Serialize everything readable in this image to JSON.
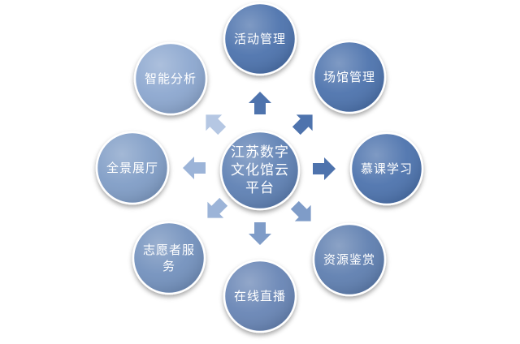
{
  "diagram": {
    "center": {
      "label": "江苏数字\n文化馆云\n平台",
      "color": "#5f81b4"
    },
    "nodes": [
      {
        "id": "activity",
        "label": "活动管理",
        "color": "#4e73ad",
        "arrow": "#4e73ad"
      },
      {
        "id": "venue",
        "label": "场馆管理",
        "color": "#4e73ad",
        "arrow": "#4e73ad"
      },
      {
        "id": "mooc",
        "label": "慕课学习",
        "color": "#4e73ad",
        "arrow": "#4e73ad"
      },
      {
        "id": "resource",
        "label": "资源鉴赏",
        "color": "#5e7fb0",
        "arrow": "#7f9cc8"
      },
      {
        "id": "live",
        "label": "在线直播",
        "color": "#6885b5",
        "arrow": "#7f9cc8"
      },
      {
        "id": "volunteer",
        "label": "志愿者服\n务",
        "color": "#7391bd",
        "arrow": "#9cb4d8"
      },
      {
        "id": "panorama",
        "label": "全景展厅",
        "color": "#809dc6",
        "arrow": "#9cb4d8"
      },
      {
        "id": "smart",
        "label": "智能分析",
        "color": "#8ca7cf",
        "arrow": "#b5c7e3"
      }
    ]
  }
}
